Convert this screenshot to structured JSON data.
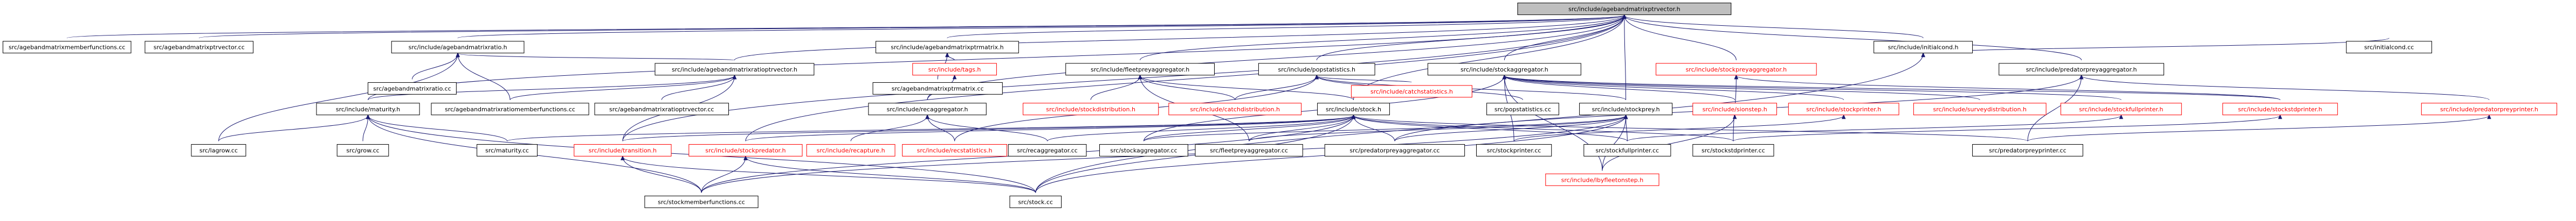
{
  "colors": {
    "root_fill": "#bfbfbf",
    "node_fill": "#ffffff",
    "node_border": "#000000",
    "edge": "#191970",
    "text_normal": "#000000",
    "text_missing": "#ff0000"
  },
  "nodes": [
    {
      "id": "root",
      "label": "src/include/agebandmatrixptrvector.h",
      "kind": "root"
    },
    {
      "id": "abmmf_cc",
      "label": "src/agebandmatrixmemberfunctions.cc",
      "kind": "normal"
    },
    {
      "id": "abmpv_cc",
      "label": "src/agebandmatrixptrvector.cc",
      "kind": "normal"
    },
    {
      "id": "abmr_h",
      "label": "src/include/agebandmatrixratio.h",
      "kind": "normal"
    },
    {
      "id": "abmrpv_h",
      "label": "src/include/agebandmatrixratioptrvector.h",
      "kind": "normal"
    },
    {
      "id": "abmpm_h",
      "label": "src/include/agebandmatrixptrmatrix.h",
      "kind": "normal"
    },
    {
      "id": "tags_h",
      "label": "src/include/tags.h",
      "kind": "missing"
    },
    {
      "id": "fpa_h",
      "label": "src/include/fleetpreyaggregator.h",
      "kind": "normal"
    },
    {
      "id": "popstat_h",
      "label": "src/include/popstatistics.h",
      "kind": "normal"
    },
    {
      "id": "stockagg_h",
      "label": "src/include/stockaggregator.h",
      "kind": "normal"
    },
    {
      "id": "stockpreyagg_h",
      "label": "src/include/stockpreyaggregator.h",
      "kind": "missing"
    },
    {
      "id": "initialcond_h",
      "label": "src/include/initialcond.h",
      "kind": "normal"
    },
    {
      "id": "predpreyagg_h",
      "label": "src/include/predatorpreyaggregator.h",
      "kind": "normal"
    },
    {
      "id": "abmr_cc",
      "label": "src/agebandmatrixratio.cc",
      "kind": "normal"
    },
    {
      "id": "abmpm_cc",
      "label": "src/agebandmatrixptrmatrix.cc",
      "kind": "normal"
    },
    {
      "id": "maturity_h",
      "label": "src/include/maturity.h",
      "kind": "normal"
    },
    {
      "id": "abmrmf_cc",
      "label": "src/agebandmatrixratiomemberfunctions.cc",
      "kind": "normal"
    },
    {
      "id": "abmrpv_cc",
      "label": "src/agebandmatrixratioptrvector.cc",
      "kind": "normal"
    },
    {
      "id": "recagg_h",
      "label": "src/include/recaggregator.h",
      "kind": "normal"
    },
    {
      "id": "stockdist_h",
      "label": "src/include/stockdistribution.h",
      "kind": "missing"
    },
    {
      "id": "catchdist_h",
      "label": "src/include/catchdistribution.h",
      "kind": "missing"
    },
    {
      "id": "stock_h",
      "label": "src/include/stock.h",
      "kind": "normal"
    },
    {
      "id": "catchstat_h",
      "label": "src/include/catchstatistics.h",
      "kind": "missing"
    },
    {
      "id": "popstat_cc",
      "label": "src/popstatistics.cc",
      "kind": "normal"
    },
    {
      "id": "stockprey_h",
      "label": "src/include/stockprey.h",
      "kind": "normal"
    },
    {
      "id": "sionstep_h",
      "label": "src/include/sionstep.h",
      "kind": "missing"
    },
    {
      "id": "stockprinter_h",
      "label": "src/include/stockprinter.h",
      "kind": "missing"
    },
    {
      "id": "surveydist_h",
      "label": "src/include/surveydistribution.h",
      "kind": "missing"
    },
    {
      "id": "stockfullprinter_h",
      "label": "src/include/stockfullprinter.h",
      "kind": "missing"
    },
    {
      "id": "stockstdprinter_h",
      "label": "src/include/stockstdprinter.h",
      "kind": "missing"
    },
    {
      "id": "initialcond_cc",
      "label": "src/initialcond.cc",
      "kind": "normal"
    },
    {
      "id": "predpreyprinter_h",
      "label": "src/include/predatorpreyprinter.h",
      "kind": "missing"
    },
    {
      "id": "lagrow_cc",
      "label": "src/lagrow.cc",
      "kind": "normal"
    },
    {
      "id": "grow_cc",
      "label": "src/grow.cc",
      "kind": "normal"
    },
    {
      "id": "maturity_cc",
      "label": "src/maturity.cc",
      "kind": "normal"
    },
    {
      "id": "transition_h",
      "label": "src/include/transition.h",
      "kind": "missing"
    },
    {
      "id": "stockpredator_h",
      "label": "src/include/stockpredator.h",
      "kind": "missing"
    },
    {
      "id": "recapture_h",
      "label": "src/include/recapture.h",
      "kind": "missing"
    },
    {
      "id": "recstatistics_h",
      "label": "src/include/recstatistics.h",
      "kind": "missing"
    },
    {
      "id": "recagg_cc",
      "label": "src/recaggregator.cc",
      "kind": "normal"
    },
    {
      "id": "stockagg_cc",
      "label": "src/stockaggregator.cc",
      "kind": "normal"
    },
    {
      "id": "fpa_cc",
      "label": "src/fleetpreyaggregator.cc",
      "kind": "normal"
    },
    {
      "id": "predpreyagg_cc",
      "label": "src/predatorpreyaggregator.cc",
      "kind": "normal"
    },
    {
      "id": "stockprinter_cc",
      "label": "src/stockprinter.cc",
      "kind": "normal"
    },
    {
      "id": "stockfullprinter_cc",
      "label": "src/stockfullprinter.cc",
      "kind": "normal"
    },
    {
      "id": "stockstdprinter_cc",
      "label": "src/stockstdprinter.cc",
      "kind": "normal"
    },
    {
      "id": "predpreyprinter_cc",
      "label": "src/predatorpreyprinter.cc",
      "kind": "normal"
    },
    {
      "id": "lenbyfleetonstep_h",
      "label": "src/include/lbyfleetonstep.h",
      "kind": "missing"
    },
    {
      "id": "stockmf_cc",
      "label": "src/stockmemberfunctions.cc",
      "kind": "normal"
    },
    {
      "id": "stock_cc",
      "label": "src/stock.cc",
      "kind": "normal"
    }
  ],
  "edges": [
    [
      "root",
      "abmmf_cc"
    ],
    [
      "root",
      "abmpv_cc"
    ],
    [
      "root",
      "abmr_h"
    ],
    [
      "root",
      "abmrpv_h"
    ],
    [
      "root",
      "abmpm_h"
    ],
    [
      "root",
      "fpa_h"
    ],
    [
      "root",
      "popstat_h"
    ],
    [
      "root",
      "stockagg_h"
    ],
    [
      "root",
      "stockpreyagg_h"
    ],
    [
      "root",
      "initialcond_h"
    ],
    [
      "root",
      "predpreyagg_h"
    ],
    [
      "root",
      "maturity_h"
    ],
    [
      "root",
      "stockprey_h"
    ],
    [
      "root",
      "transition_h"
    ],
    [
      "root",
      "stockpredator_h"
    ],
    [
      "root",
      "recagg_h"
    ],
    [
      "root",
      "stock_h"
    ],
    [
      "abmr_h",
      "abmr_cc"
    ],
    [
      "abmr_h",
      "abmrmf_cc"
    ],
    [
      "abmr_h",
      "abmrpv_h"
    ],
    [
      "abmr_h",
      "lagrow_cc"
    ],
    [
      "abmrpv_h",
      "maturity_h"
    ],
    [
      "abmrpv_h",
      "abmrmf_cc"
    ],
    [
      "abmrpv_h",
      "abmrpv_cc"
    ],
    [
      "abmrpv_h",
      "transition_h"
    ],
    [
      "abmpm_h",
      "abmpm_cc"
    ],
    [
      "abmpm_h",
      "tags_h"
    ],
    [
      "tags_h",
      "recagg_h"
    ],
    [
      "fpa_h",
      "stockdist_h"
    ],
    [
      "fpa_h",
      "catchdist_h"
    ],
    [
      "fpa_h",
      "fpa_cc"
    ],
    [
      "fpa_h",
      "stock_h"
    ],
    [
      "popstat_h",
      "catchstat_h"
    ],
    [
      "popstat_h",
      "popstat_cc"
    ],
    [
      "popstat_h",
      "stockprey_h"
    ],
    [
      "popstat_h",
      "catchdist_h"
    ],
    [
      "popstat_h",
      "recstatistics_h"
    ],
    [
      "stockagg_h",
      "sionstep_h"
    ],
    [
      "stockagg_h",
      "stockprinter_h"
    ],
    [
      "stockagg_h",
      "surveydist_h"
    ],
    [
      "stockagg_h",
      "stockfullprinter_h"
    ],
    [
      "stockagg_h",
      "stockstdprinter_h"
    ],
    [
      "stockagg_h",
      "stockagg_cc"
    ],
    [
      "stockagg_h",
      "stockprinter_cc"
    ],
    [
      "stockagg_h",
      "lenbyfleetonstep_h"
    ],
    [
      "stockpreyagg_h",
      "stockstdprinter_h"
    ],
    [
      "stockpreyagg_h",
      "stockstdprinter_cc"
    ],
    [
      "initialcond_h",
      "initialcond_cc"
    ],
    [
      "initialcond_h",
      "stock_cc"
    ],
    [
      "predpreyagg_h",
      "predpreyprinter_h"
    ],
    [
      "predpreyagg_h",
      "predpreyagg_cc"
    ],
    [
      "predpreyagg_h",
      "predpreyprinter_cc"
    ],
    [
      "maturity_h",
      "lagrow_cc"
    ],
    [
      "maturity_h",
      "grow_cc"
    ],
    [
      "maturity_h",
      "maturity_cc"
    ],
    [
      "maturity_h",
      "stockmf_cc"
    ],
    [
      "maturity_h",
      "stock_cc"
    ],
    [
      "recagg_h",
      "recapture_h"
    ],
    [
      "recagg_h",
      "recstatistics_h"
    ],
    [
      "recagg_h",
      "recagg_cc"
    ],
    [
      "stock_h",
      "maturity_cc"
    ],
    [
      "stock_h",
      "transition_h"
    ],
    [
      "stock_h",
      "stockpredator_h"
    ],
    [
      "stock_h",
      "recagg_cc"
    ],
    [
      "stock_h",
      "stockagg_cc"
    ],
    [
      "stock_h",
      "fpa_cc"
    ],
    [
      "stock_h",
      "predpreyagg_cc"
    ],
    [
      "stock_h",
      "stockfullprinter_cc"
    ],
    [
      "stock_h",
      "stockstdprinter_cc"
    ],
    [
      "stock_h",
      "predpreyprinter_cc"
    ],
    [
      "stock_h",
      "stockmf_cc"
    ],
    [
      "stock_h",
      "stock_cc"
    ],
    [
      "stockprey_h",
      "stockagg_cc"
    ],
    [
      "stockprey_h",
      "fpa_cc"
    ],
    [
      "stockprey_h",
      "predpreyagg_cc"
    ],
    [
      "stockprey_h",
      "stockmf_cc"
    ],
    [
      "stockprey_h",
      "stock_cc"
    ],
    [
      "stockprey_h",
      "stockfullprinter_cc"
    ],
    [
      "stockprey_h",
      "lenbyfleetonstep_h"
    ],
    [
      "sionstep_h",
      "lenbyfleetonstep_h"
    ],
    [
      "stockprinter_h",
      "stockprinter_cc"
    ],
    [
      "stockfullprinter_h",
      "stockfullprinter_cc"
    ],
    [
      "stockstdprinter_h",
      "stockstdprinter_cc"
    ],
    [
      "predpreyprinter_h",
      "predpreyprinter_cc"
    ],
    [
      "transition_h",
      "stockmf_cc"
    ],
    [
      "transition_h",
      "stock_cc"
    ],
    [
      "stockpredator_h",
      "stockmf_cc"
    ],
    [
      "stockpredator_h",
      "stock_cc"
    ]
  ]
}
